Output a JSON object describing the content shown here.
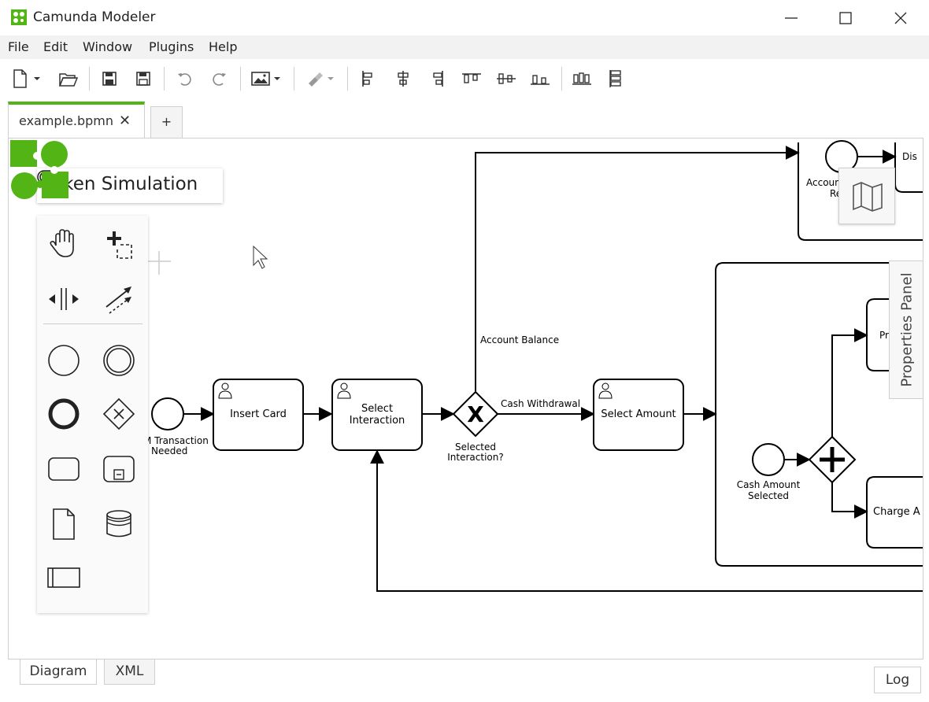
{
  "window": {
    "title": "Camunda Modeler",
    "brand_color": "#52b415"
  },
  "menu": [
    "File",
    "Edit",
    "Window",
    "Plugins",
    "Help"
  ],
  "toolbar": {
    "icons": [
      "new-file-icon",
      "open-folder-icon",
      "save-icon",
      "save-as-icon",
      "undo-icon",
      "redo-icon",
      "export-image-icon",
      "color-brush-icon",
      "align-left-icon",
      "align-center-icon",
      "align-right-icon",
      "align-top-icon",
      "align-middle-icon",
      "align-bottom-icon",
      "distribute-horizontal-icon",
      "distribute-vertical-icon"
    ]
  },
  "tabs": {
    "active": "example.bpmn",
    "close": "✕",
    "add": "+"
  },
  "token_simulation": {
    "label": "Token Simulation"
  },
  "properties_panel": {
    "label": "Properties Panel"
  },
  "diagram": {
    "start_event": "M Transaction",
    "start_event_line2": "Needed",
    "task_insert_card": "Insert Card",
    "task_select_interaction_1": "Select",
    "task_select_interaction_2": "Interaction",
    "gateway_label_1": "Selected",
    "gateway_label_2": "Interaction?",
    "flow_account_balance": "Account Balance",
    "flow_cash_withdrawal": "Cash Withdrawal",
    "task_select_amount": "Select Amount",
    "event_account_1": "Accoun",
    "event_account_2": "Req",
    "task_dis": "Dis",
    "event_cash_amount_1": "Cash Amount",
    "event_cash_amount_2": "Selected",
    "task_pr": "Pr",
    "task_charge": "Charge A"
  },
  "bottom_tabs": {
    "diagram": "Diagram",
    "xml": "XML",
    "log": "Log"
  }
}
